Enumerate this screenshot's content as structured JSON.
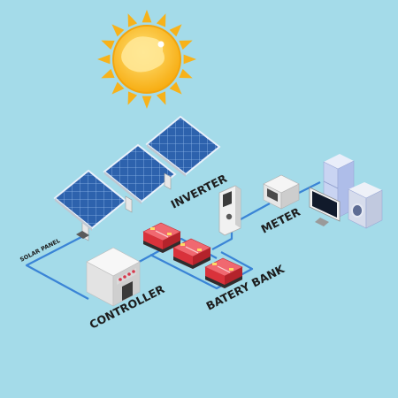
{
  "labels": {
    "solar_panel": "SOLAR PANEL",
    "inverter": "INVERTER",
    "meter": "METER",
    "controller": "CONTROLLER",
    "battery_bank": "BATERY BANK"
  },
  "icons": [
    "sun-icon",
    "solar-panel-icon",
    "inverter-icon",
    "meter-icon",
    "controller-icon",
    "battery-icon",
    "fridge-icon",
    "monitor-icon",
    "washing-machine-icon"
  ],
  "colors": {
    "background": "#a4dbe9",
    "wire": "#3a84d6",
    "sun": "#fbc02d",
    "panel": "#2f67b3",
    "battery_red": "#e2424a",
    "label_text": "#1d1d1d"
  }
}
